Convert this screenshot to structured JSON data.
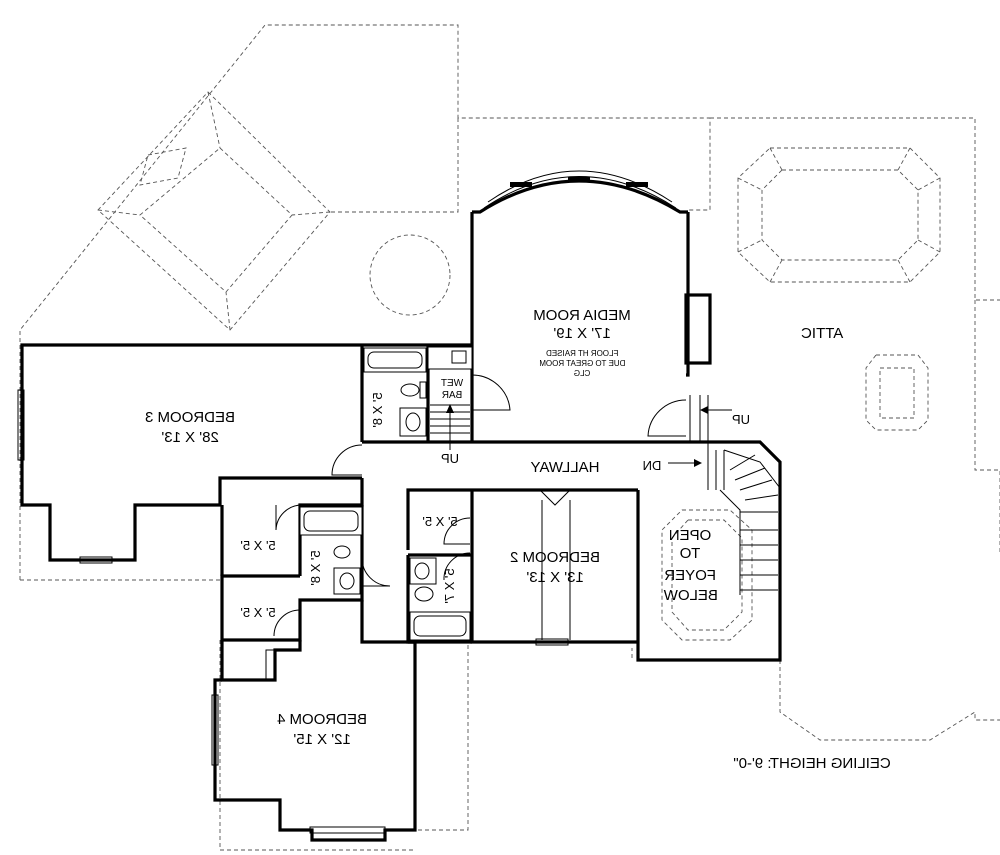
{
  "rooms": {
    "media_room": {
      "name": "MEDIA ROOM",
      "size": "17' X 19'",
      "note_1": "FLOOR HT RAISED",
      "note_2": "DUE TO GREAT ROOM",
      "note_3": "CLG"
    },
    "attic": {
      "name": "ATTIC"
    },
    "wet_bar": {
      "line_1": "WET",
      "line_2": "BAR"
    },
    "bedroom_3": {
      "name": "BEDROOM 3",
      "size": "28' X 13'"
    },
    "hallway": {
      "name": "HALLWAY"
    },
    "bedroom_2": {
      "name": "BEDROOM 2",
      "size": "13' X 13'"
    },
    "open_to_foyer": {
      "line_1": "OPEN",
      "line_2": "TO",
      "line_3": "FOYER",
      "line_4": "BELOW"
    },
    "bedroom_4": {
      "name": "BEDROOM 4",
      "size": "12' X 15'"
    }
  },
  "closets": {
    "bath_3": "5' X 8'",
    "closet_b3": "5' X 5'",
    "bath_shared": "5' X 8'",
    "closet_b4": "5' X 5'",
    "closet_b2": "5' X 5'",
    "bath_2": "5' X 7'"
  },
  "stairs": {
    "up_main": "UP",
    "up_wetbar": "UP",
    "down_hall": "DN"
  },
  "notes": {
    "ceiling_height": "CEILING HEIGHT: 9'-0\""
  }
}
